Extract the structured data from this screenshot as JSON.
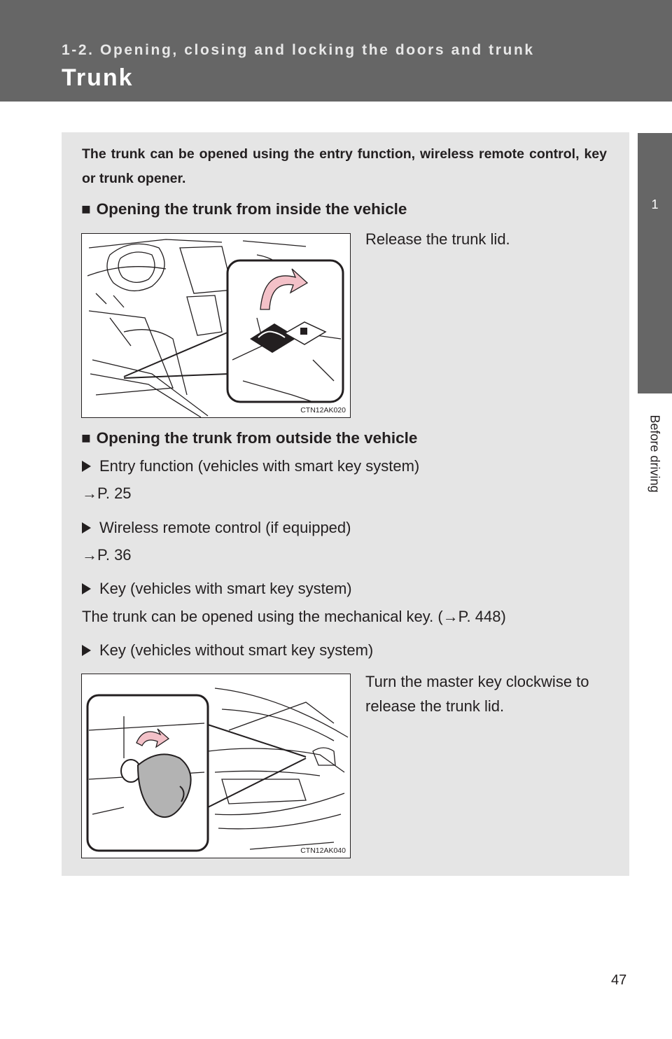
{
  "header": {
    "section": "1-2. Opening, closing and locking the doors and trunk",
    "title": "Trunk"
  },
  "side_tab": {
    "number": "1",
    "label": "Before driving"
  },
  "intro": "The trunk can be opened using the entry function, wireless remote control, key or trunk opener.",
  "inside": {
    "heading": "Opening the trunk from inside the vehicle",
    "text": "Release the trunk lid.",
    "figure_code": "CTN12AK020"
  },
  "outside": {
    "heading": "Opening the trunk from outside the vehicle",
    "items": [
      {
        "title": "Entry function (vehicles with smart key system)",
        "ref": "→P. 25"
      },
      {
        "title": "Wireless remote control (if equipped)",
        "ref": "→P. 36"
      },
      {
        "title": "Key (vehicles with smart key system)",
        "text": "The trunk can be opened using the mechanical key. (→P. 448)"
      },
      {
        "title": "Key (vehicles without smart key system)",
        "text": "Turn the master key clockwise to release the trunk lid."
      }
    ],
    "figure_code": "CTN12AK040"
  },
  "page_number": "47",
  "colors": {
    "header_bg": "#666666",
    "panel_bg": "#e5e5e5",
    "arrow": "#f3c1c8"
  }
}
